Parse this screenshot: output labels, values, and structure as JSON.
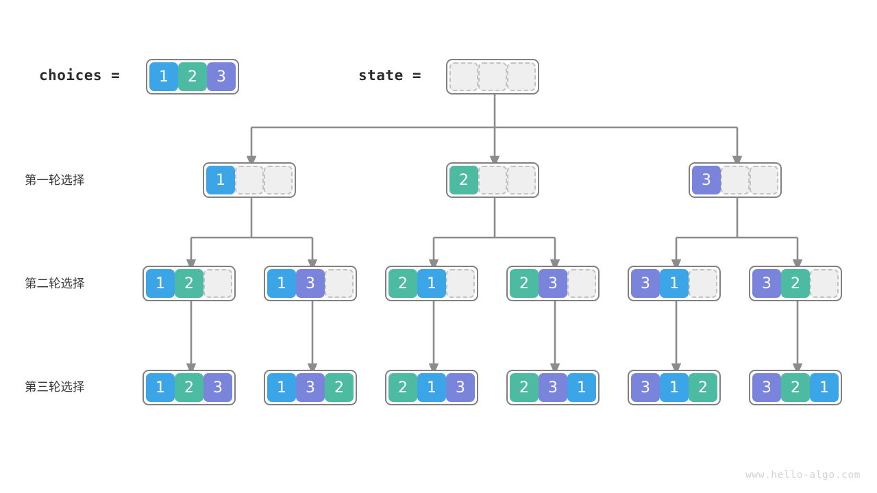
{
  "header": {
    "choices_label": "choices =",
    "state_label": "state =",
    "choices_values": [
      "1",
      "2",
      "3"
    ],
    "state_values": [
      null,
      null,
      null
    ]
  },
  "row_labels": [
    "第一轮选择",
    "第二轮选择",
    "第三轮选择"
  ],
  "colors": {
    "one": "#3ba5e8",
    "two": "#4dbba2",
    "three": "#7b84db",
    "empty_fill": "#efefef",
    "empty_border": "#c2c2c2",
    "node_border": "#808080",
    "edge": "#8c8c8c",
    "text": "#3a3a3a",
    "watermark": "#d2d2d2"
  },
  "rows": [
    {
      "name": "row-1",
      "nodes": [
        {
          "values": [
            "1",
            null,
            null
          ]
        },
        {
          "values": [
            "2",
            null,
            null
          ]
        },
        {
          "values": [
            "3",
            null,
            null
          ]
        }
      ]
    },
    {
      "name": "row-2",
      "nodes": [
        {
          "values": [
            "1",
            "2",
            null
          ]
        },
        {
          "values": [
            "1",
            "3",
            null
          ]
        },
        {
          "values": [
            "2",
            "1",
            null
          ]
        },
        {
          "values": [
            "2",
            "3",
            null
          ]
        },
        {
          "values": [
            "3",
            "1",
            null
          ]
        },
        {
          "values": [
            "3",
            "2",
            null
          ]
        }
      ]
    },
    {
      "name": "row-3",
      "nodes": [
        {
          "values": [
            "1",
            "2",
            "3"
          ]
        },
        {
          "values": [
            "1",
            "3",
            "2"
          ]
        },
        {
          "values": [
            "2",
            "1",
            "3"
          ]
        },
        {
          "values": [
            "2",
            "3",
            "1"
          ]
        },
        {
          "values": [
            "3",
            "1",
            "2"
          ]
        },
        {
          "values": [
            "3",
            "2",
            "1"
          ]
        }
      ]
    }
  ],
  "watermark": "www.hello-algo.com"
}
